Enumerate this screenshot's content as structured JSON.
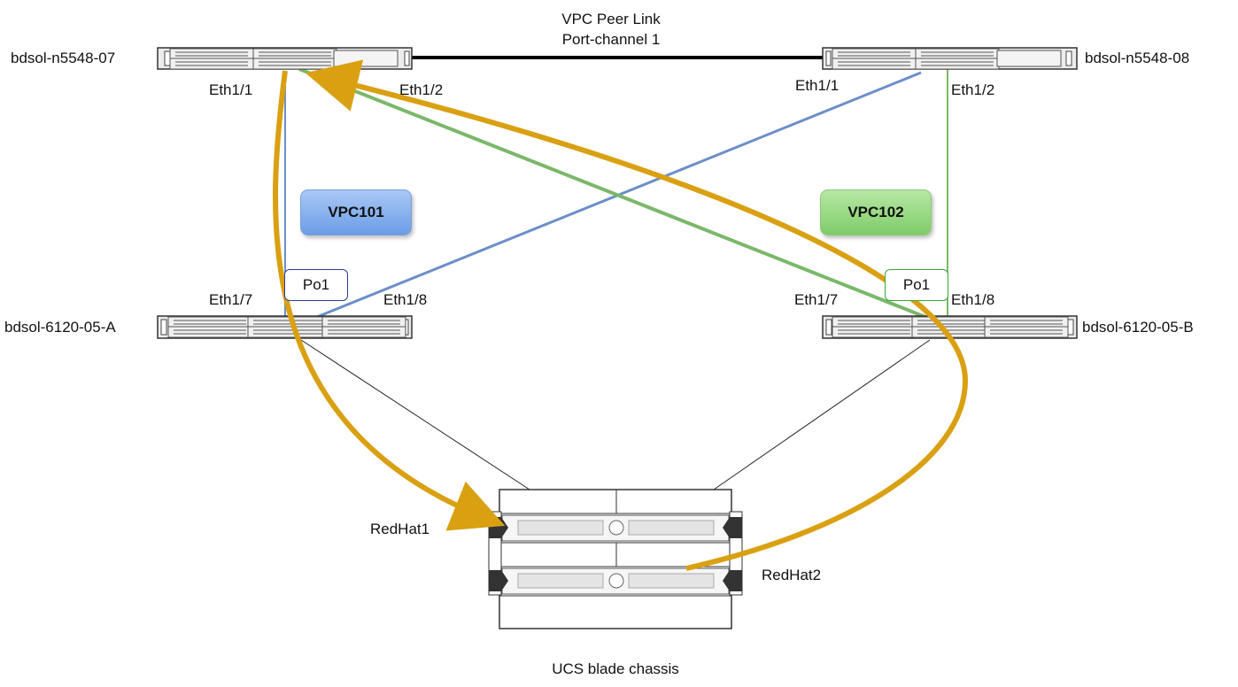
{
  "header": {
    "peer_link_line1": "VPC Peer Link",
    "peer_link_line2": "Port-channel 1"
  },
  "switches": {
    "n5548_07": {
      "name": "bdsol-n5548-07",
      "port_left": "Eth1/1",
      "port_right": "Eth1/2"
    },
    "n5548_08": {
      "name": "bdsol-n5548-08",
      "port_left": "Eth1/1",
      "port_right": "Eth1/2"
    },
    "fi_a": {
      "name": "bdsol-6120-05-A",
      "port_left": "Eth1/7",
      "port_right": "Eth1/8",
      "po": "Po1"
    },
    "fi_b": {
      "name": "bdsol-6120-05-B",
      "port_left": "Eth1/7",
      "port_right": "Eth1/8",
      "po": "Po1"
    }
  },
  "vpcs": {
    "vpc101": "VPC101",
    "vpc102": "VPC102"
  },
  "chassis": {
    "caption": "UCS blade chassis",
    "blade1": "RedHat1",
    "blade2": "RedHat2"
  },
  "colors": {
    "blue_link": "#6b8fc8",
    "green_link": "#7ab86a",
    "traffic_path": "#d9a012",
    "peer_link": "#000000"
  }
}
